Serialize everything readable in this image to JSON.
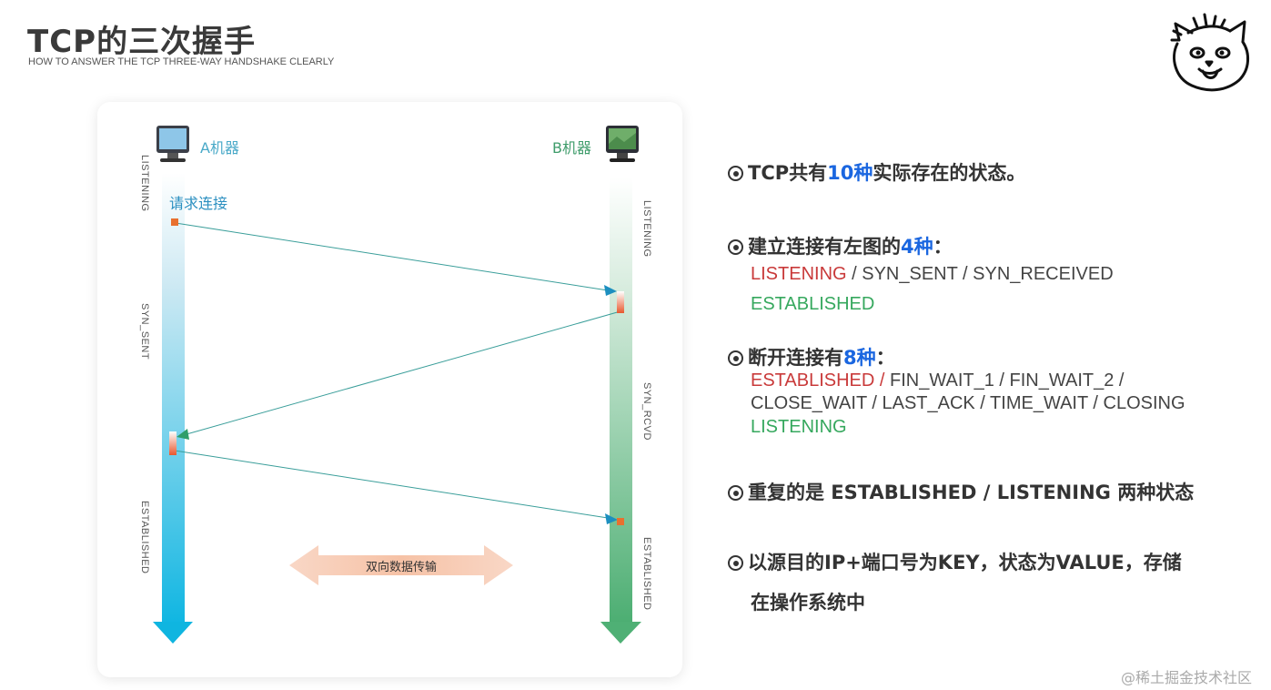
{
  "header": {
    "title": "TCP的三次握手",
    "subtitle": "HOW TO ANSWER THE TCP THREE-WAY HANDSHAKE CLEARLY"
  },
  "diagram": {
    "machine_a": "A机器",
    "machine_b": "B机器",
    "request_label": "请求连接",
    "a_states": [
      "LISTENING",
      "SYN_SENT",
      "ESTABLISHED"
    ],
    "b_states": [
      "LISTENING",
      "SYN_RCVD",
      "ESTABLISHED"
    ],
    "duplex_label": "双向数据传输"
  },
  "points": {
    "p1_pre": "TCP共有",
    "p1_hl": "10种",
    "p1_post": "实际存在的状态。",
    "p2_pre": "建立连接有左图的",
    "p2_hl": "4种",
    "p2_post": "：",
    "p2_line1_red": "LISTENING",
    "p2_line1_rest": " / SYN_SENT / SYN_RECEIVED",
    "p2_line2_green": "ESTABLISHED",
    "p3_pre": "断开连接有",
    "p3_hl": "8种",
    "p3_post": "：",
    "p3_line1_red": "ESTABLISHED /",
    "p3_line1_rest": " FIN_WAIT_1 / FIN_WAIT_2 /",
    "p3_line2": "CLOSE_WAIT / LAST_ACK / TIME_WAIT / CLOSING",
    "p3_line3_green": "LISTENING",
    "p4": "重复的是 ESTABLISHED / LISTENING 两种状态",
    "p5_line1": "以源目的IP+端口号为KEY，状态为VALUE，存储",
    "p5_line2": "在操作系统中"
  },
  "watermark": "@稀土掘金技术社区",
  "colors": {
    "highlight": "#1a66e0",
    "red_state": "#c93a3a",
    "green_state": "#36a85e",
    "a_lane": "#0fb5e0",
    "b_lane": "#4fb075"
  }
}
